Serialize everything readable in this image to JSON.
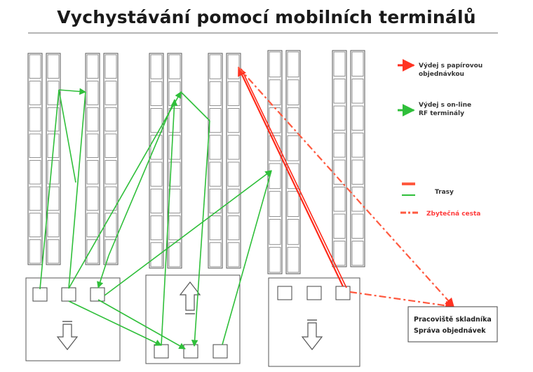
{
  "title": "Vychystávání pomocí mobilních terminálů",
  "legend": {
    "paper": {
      "line1": "Výdej s papírovou",
      "line2": "objednávkou",
      "color": "#ff2a1a"
    },
    "rf": {
      "line1": "Výdej s on-line",
      "line2": "RF terminály",
      "color": "#2fbf3a"
    },
    "routes": {
      "label": "Trasy"
    },
    "wasted": {
      "label": "Zbytečná cesta",
      "color": "#ff5a40"
    }
  },
  "workstation": {
    "line1": "Pracoviště skladníka",
    "line2": "Správa objednávek"
  }
}
